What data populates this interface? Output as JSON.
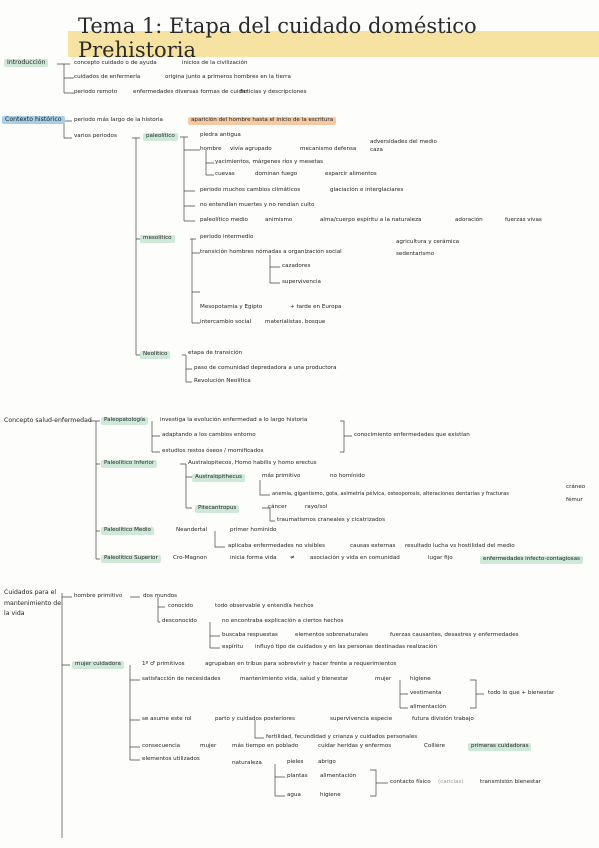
{
  "title": "Tema 1: Etapa del cuidado doméstico Prehistoria",
  "sections": {
    "intro": {
      "label": "Introducción",
      "items": [
        "concepto cuidado o de ayuda",
        "inicios de la civilización",
        "cuidados de enfermería",
        "origina junto a primeros hombres en la tierra",
        "periodo remoto",
        "enfermedades diversas formas de cuidar",
        "ficticias y descripciones"
      ]
    },
    "contexto": {
      "label": "Contexto histórico",
      "items": [
        "periodo más largo de la historia",
        "aparición del hombre hasta el inicio de la escritura",
        "varios periodos",
        "paleolítico",
        "piedra antigua",
        "hombre",
        "vivía agrupado",
        "mecanismo defensa",
        "adversidades del medio",
        "caza",
        "yacimientos, márgenes ríos y mesetas",
        "cuevas",
        "dominan fuego",
        "esparcir alimentos",
        "periodo muchos cambios climáticos",
        "glaciación e interglaciares",
        "no entendían muertes y no rendían culto",
        "paleolítico medio",
        "animismo",
        "alma/cuerpo espíritu a la naturaleza",
        "adoración",
        "fuerzas vivas",
        "mesolítico",
        "periodo intermedio",
        "transición hombres nómadas a organización social",
        "agricultura y cerámica",
        "sedentarismo",
        "cazadores",
        "supervivencia",
        "Mesopotamia y Egipto",
        "+ tarde en Europa",
        "intercambio social",
        "materialistas, bosque",
        "Neolítico",
        "etapa de transición",
        "paso de comunidad depredadora a una productora",
        "Revolución Neolítica"
      ]
    },
    "salud": {
      "label": "Concepto salud-enfermedad",
      "items": [
        "Paleopatología",
        "investiga la evolución enfermedad a lo largo historia",
        "adaptando a los cambios entorno",
        "estudios restos óseos / momificados",
        "conocimiento enfermedades que existían",
        "Paleolítico Inferior",
        "Australopitecos, Homo habilis y homo erectus",
        "Australopithecus",
        "más primitivo",
        "no homínido",
        "anemia, gigantismo, gota, asimetría pélvica, osteoporosis, alteraciones dentarias y fracturas",
        "cráneo",
        "fémur",
        "Pitecantropus",
        "cáncer",
        "rayo/sol",
        "traumatismos craneales y cicatrizados",
        "Paleolítico Medio",
        "Neandertal",
        "primer homínido",
        "aplicaba enfermedades no visibles",
        "causas externas",
        "resultado lucha vs hostilidad del medio",
        "Paleolítico Superior",
        "Cro-Magnon",
        "inicia forma vida",
        "≠",
        "asociación y vida en comunidad",
        "lugar fijo",
        "enfermedades infecto-contagiosas"
      ]
    },
    "cuidados": {
      "label": "Cuidados para el mantenimiento de la vida",
      "items": [
        "hombre primitivo",
        "dos mundos",
        "conocido",
        "todo observable y entendía hechos",
        "desconocido",
        "no encontraba explicación a ciertos hechos",
        "buscaba respuestas",
        "elementos sobrenaturales",
        "fuerzas causantes, desastres y enfermedades",
        "espíritu",
        "influyó tipo de cuidados y en las personas destinadas realización",
        "mujer cuidadora",
        "1º ♂ primitivos",
        "agrupaban en tribus para sobrevivir y hacer frente a requerimientos",
        "satisfacción de necesidades",
        "mantenimiento vida, salud y bienestar",
        "mujer",
        "higiene",
        "vestimenta",
        "alimentación",
        "todo lo que + bienestar",
        "se asume este rol",
        "parto y cuidados posteriores",
        "supervivencia especie",
        "futura división trabajo",
        "fertilidad, fecundidad y crianza y cuidados personales",
        "consecuencia",
        "mujer",
        "más tiempo en poblado",
        "cuidar heridas y enfermos",
        "Colliére",
        "primeras cuidadoras",
        "elementos utilizados",
        "naturaleza",
        "pieles",
        "abrigo",
        "plantas",
        "alimentación",
        "contacto físico",
        "(caricias)",
        "transmisión bienestar",
        "agua",
        "higiene"
      ]
    }
  },
  "colors": {
    "highlight_title": "#f6e3a1",
    "highlight_green": "#cfe9d8",
    "highlight_blue": "#a9cfe6",
    "highlight_orange": "#f7c9a2"
  }
}
